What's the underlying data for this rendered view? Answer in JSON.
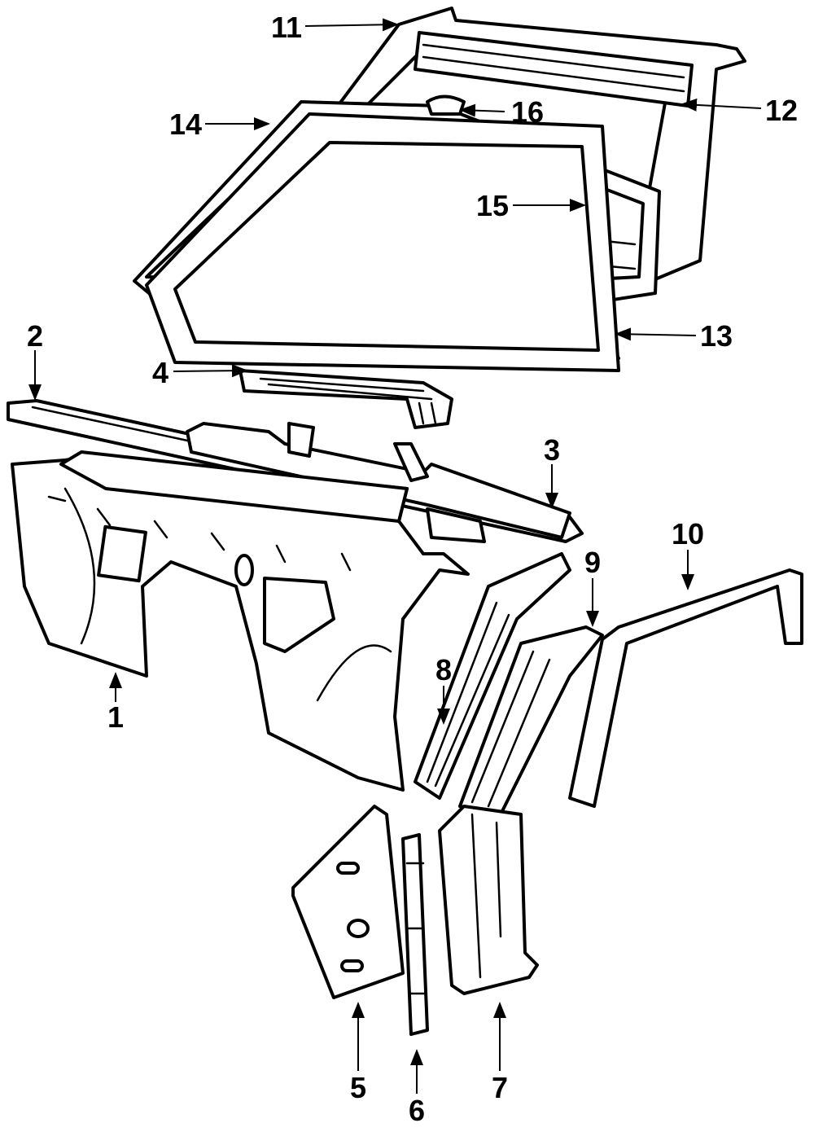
{
  "diagram": {
    "callouts": [
      {
        "id": "1",
        "label": "1"
      },
      {
        "id": "2",
        "label": "2"
      },
      {
        "id": "3",
        "label": "3"
      },
      {
        "id": "4",
        "label": "4"
      },
      {
        "id": "5",
        "label": "5"
      },
      {
        "id": "6",
        "label": "6"
      },
      {
        "id": "7",
        "label": "7"
      },
      {
        "id": "8",
        "label": "8"
      },
      {
        "id": "9",
        "label": "9"
      },
      {
        "id": "10",
        "label": "10"
      },
      {
        "id": "11",
        "label": "11"
      },
      {
        "id": "12",
        "label": "12"
      },
      {
        "id": "13",
        "label": "13"
      },
      {
        "id": "14",
        "label": "14"
      },
      {
        "id": "15",
        "label": "15"
      },
      {
        "id": "16",
        "label": "16"
      }
    ],
    "colors": {
      "ink": "#000000",
      "background": "#ffffff"
    }
  }
}
